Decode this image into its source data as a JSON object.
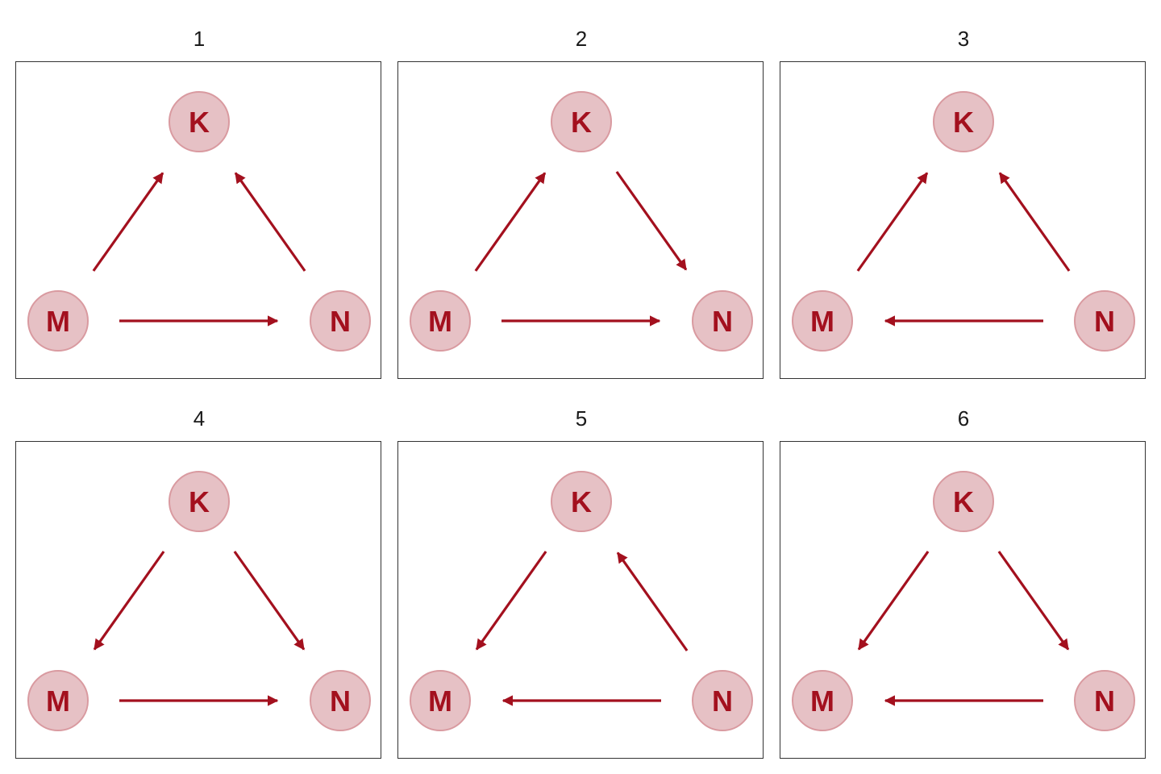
{
  "colors": {
    "arrow": "#a3101e",
    "node_fill": "#e6c1c5",
    "node_stroke": "#d99aa0",
    "node_text": "#a3101e",
    "frame": "#333333"
  },
  "nodes": {
    "top": "K",
    "left": "M",
    "right": "N"
  },
  "panels": [
    {
      "title": "1",
      "edges": [
        {
          "from": "M",
          "to": "K"
        },
        {
          "from": "N",
          "to": "K"
        },
        {
          "from": "M",
          "to": "N"
        }
      ]
    },
    {
      "title": "2",
      "edges": [
        {
          "from": "M",
          "to": "K"
        },
        {
          "from": "K",
          "to": "N"
        },
        {
          "from": "M",
          "to": "N"
        }
      ]
    },
    {
      "title": "3",
      "edges": [
        {
          "from": "M",
          "to": "K"
        },
        {
          "from": "N",
          "to": "K"
        },
        {
          "from": "N",
          "to": "M"
        }
      ]
    },
    {
      "title": "4",
      "edges": [
        {
          "from": "K",
          "to": "M"
        },
        {
          "from": "K",
          "to": "N"
        },
        {
          "from": "M",
          "to": "N"
        }
      ]
    },
    {
      "title": "5",
      "edges": [
        {
          "from": "K",
          "to": "M"
        },
        {
          "from": "N",
          "to": "K"
        },
        {
          "from": "N",
          "to": "M"
        }
      ]
    },
    {
      "title": "6",
      "edges": [
        {
          "from": "K",
          "to": "M"
        },
        {
          "from": "K",
          "to": "N"
        },
        {
          "from": "N",
          "to": "M"
        }
      ]
    }
  ]
}
